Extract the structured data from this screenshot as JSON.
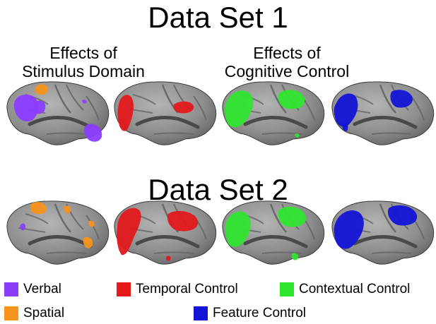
{
  "figure": {
    "title_top": "Data Set 1",
    "title_bottom": "Data Set 2",
    "subtitle_left_line1": "Effects of",
    "subtitle_left_line2": "Stimulus Domain",
    "subtitle_right_line1": "Effects of",
    "subtitle_right_line2": "Cognitive Control"
  },
  "colors": {
    "verbal": "#8b3dff",
    "spatial": "#f7941d",
    "temporal": "#e3191c",
    "contextual": "#2ee52e",
    "feature": "#1414d6",
    "cortex": "#8c8c8c",
    "cortex_dark": "#4a4a4a"
  },
  "legend": [
    {
      "id": "verbal",
      "label": "Verbal",
      "color": "#8b3dff"
    },
    {
      "id": "temporal",
      "label": "Temporal Control",
      "color": "#e3191c"
    },
    {
      "id": "contextual",
      "label": "Contextual Control",
      "color": "#2ee52e"
    },
    {
      "id": "spatial",
      "label": "Spatial",
      "color": "#f7941d"
    },
    {
      "id": "feature",
      "label": "Feature Control",
      "color": "#1414d6"
    }
  ],
  "panels": [
    {
      "dataset": "Data Set 1",
      "map": "stimulus-domain",
      "overlays": [
        "verbal",
        "spatial"
      ]
    },
    {
      "dataset": "Data Set 1",
      "map": "temporal-control",
      "overlays": [
        "temporal"
      ]
    },
    {
      "dataset": "Data Set 1",
      "map": "contextual-control",
      "overlays": [
        "contextual"
      ]
    },
    {
      "dataset": "Data Set 1",
      "map": "feature-control",
      "overlays": [
        "feature"
      ]
    },
    {
      "dataset": "Data Set 2",
      "map": "stimulus-domain",
      "overlays": [
        "verbal",
        "spatial"
      ]
    },
    {
      "dataset": "Data Set 2",
      "map": "temporal-control",
      "overlays": [
        "temporal"
      ]
    },
    {
      "dataset": "Data Set 2",
      "map": "contextual-control",
      "overlays": [
        "contextual"
      ]
    },
    {
      "dataset": "Data Set 2",
      "map": "feature-control",
      "overlays": [
        "feature"
      ]
    }
  ]
}
